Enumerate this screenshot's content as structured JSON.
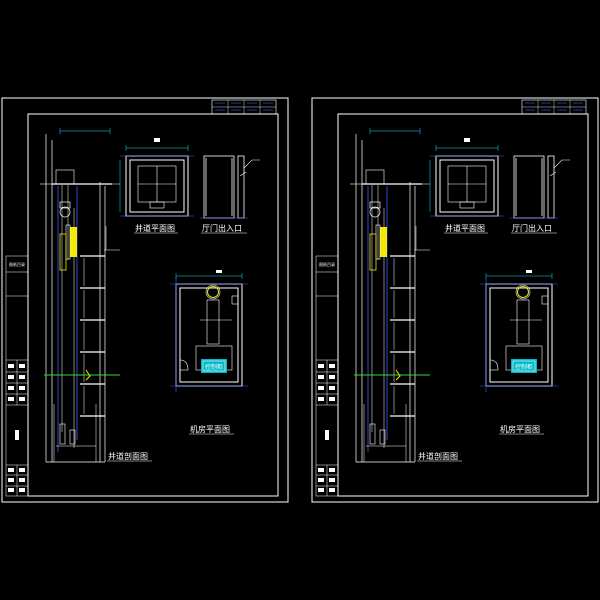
{
  "drawings": [
    {
      "hoistway_plan_title": "井道平面图",
      "hall_door_title": "厅门出入口",
      "machine_room_title": "机房平面图",
      "section_title": "井道剖面图",
      "control_cabinet_label": "控制柜",
      "title_block_label": "图纸目录"
    },
    {
      "hoistway_plan_title": "井道平面图",
      "hall_door_title": "厅门出入口",
      "machine_room_title": "机房平面图",
      "section_title": "井道剖面图",
      "control_cabinet_label": "控制柜",
      "title_block_label": "图纸目录"
    }
  ],
  "colors": {
    "background": "#000000",
    "line_white": "#ffffff",
    "line_blue": "#3c5cff",
    "line_cyan": "#00e5ff",
    "line_green": "#33dd33",
    "accent_yellow": "#f2ea00",
    "accent_magenta": "#ff33ff"
  }
}
